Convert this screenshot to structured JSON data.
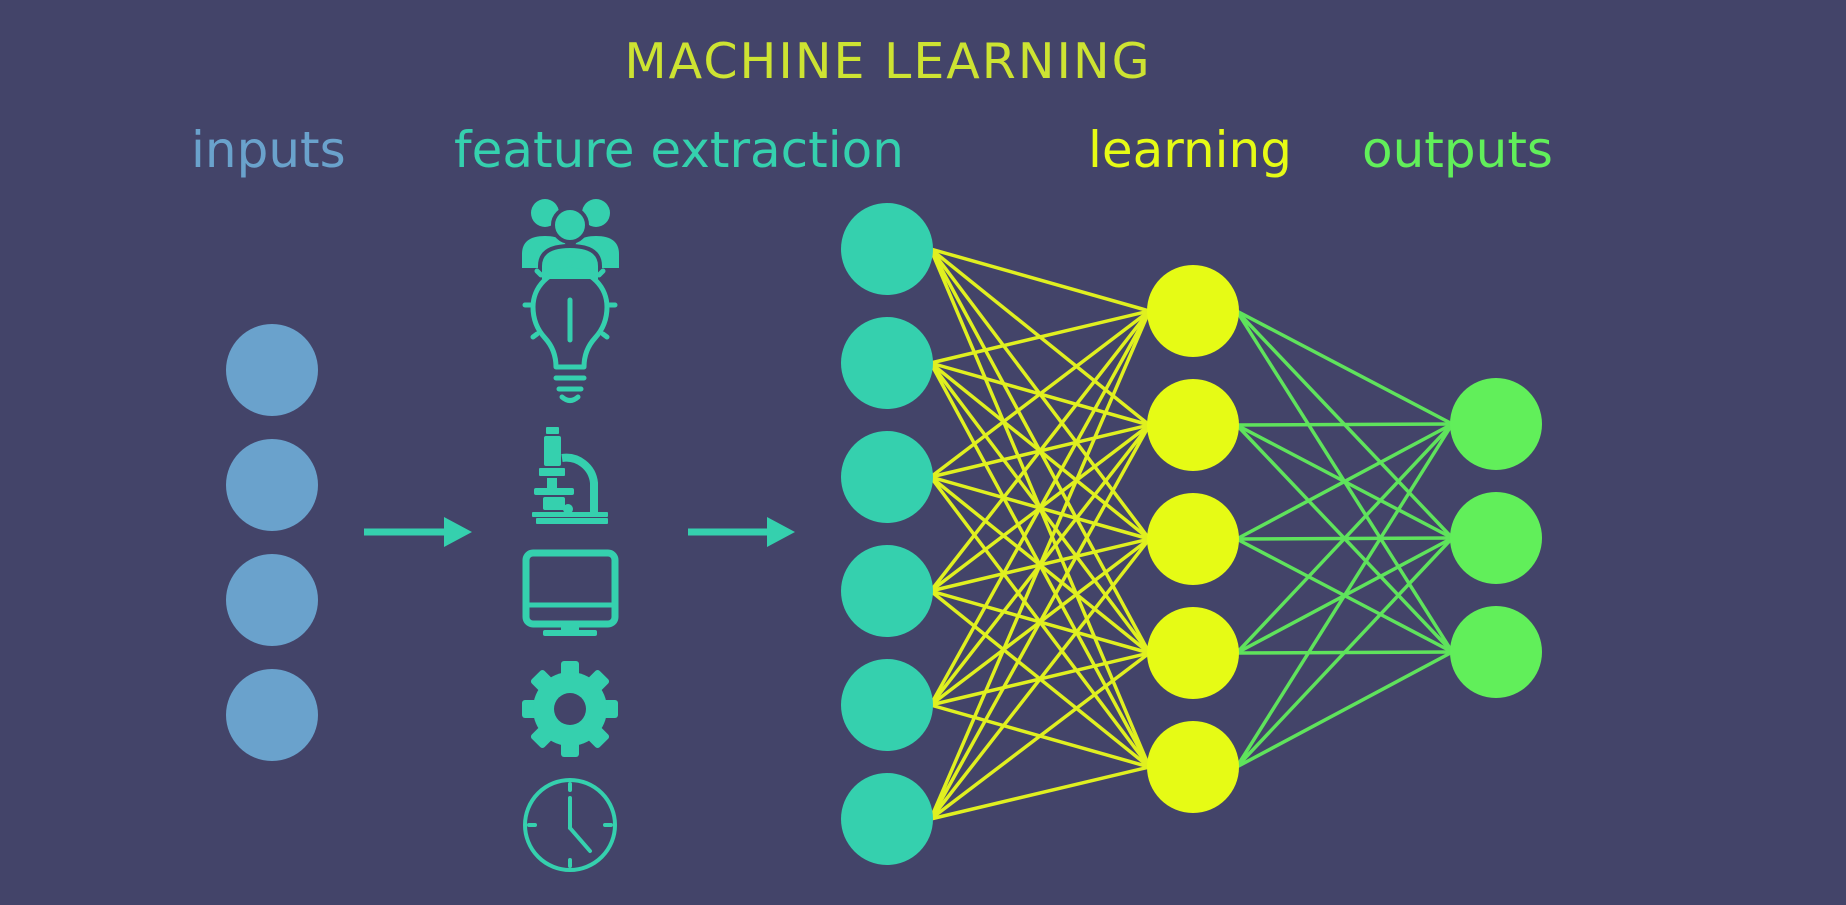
{
  "title": "MACHINE LEARNING",
  "sections": {
    "inputs": "inputs",
    "features": "feature extraction",
    "learning": "learning",
    "outputs": "outputs"
  },
  "colors": {
    "background": "#434469",
    "title": "#cde332",
    "inputs": "#6aa2cc",
    "features": "#35d0ae",
    "learning": "#e6fb15",
    "outputs": "#61ef5a",
    "learning_edges": "#e0f020",
    "output_edges": "#5fe35c"
  },
  "layers": {
    "inputs": 4,
    "features": 6,
    "learning": 5,
    "outputs": 3
  },
  "feature_icons": [
    "people-icon",
    "lightbulb-icon",
    "microscope-icon",
    "monitor-icon",
    "gear-icon",
    "clock-icon"
  ],
  "arrows": [
    "arrow-right-icon",
    "arrow-right-icon"
  ]
}
